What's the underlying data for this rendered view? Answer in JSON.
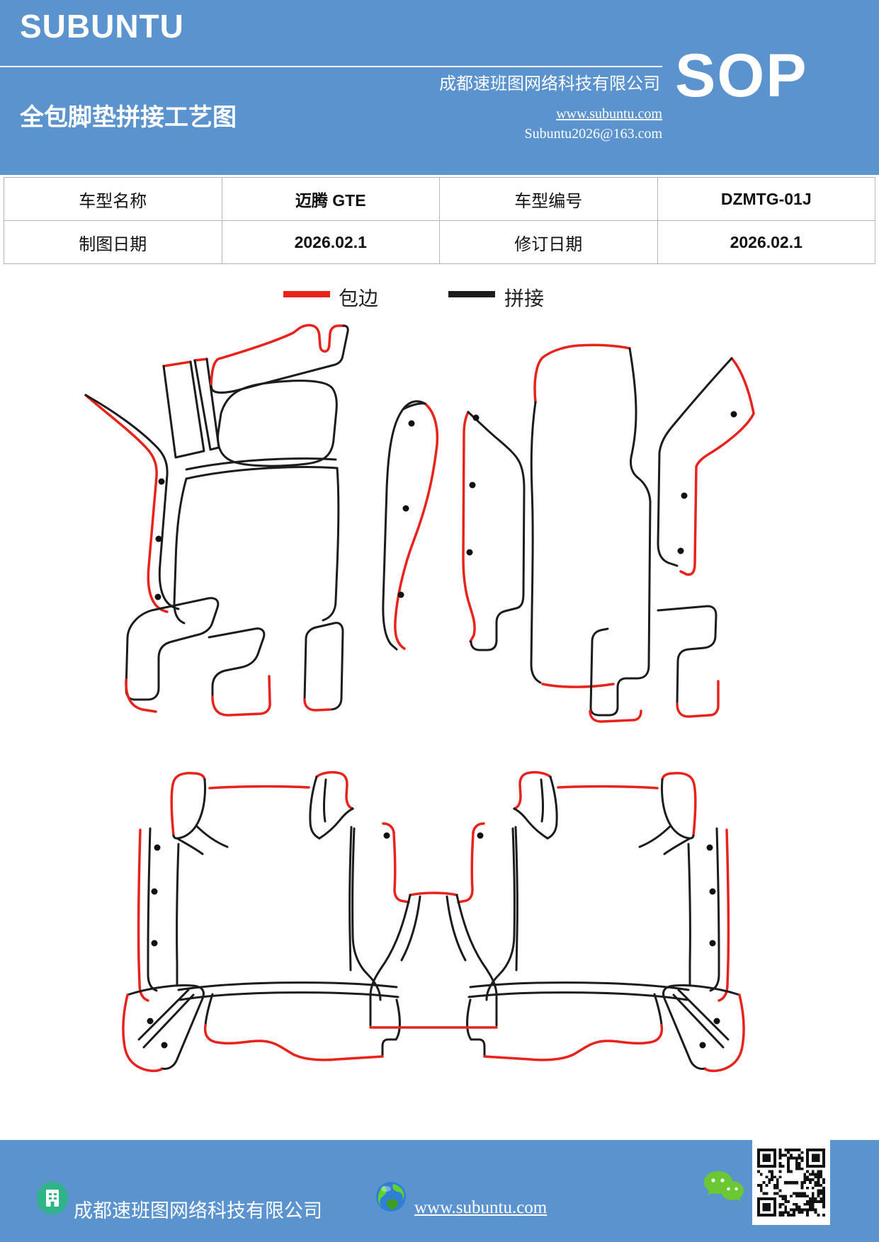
{
  "colors": {
    "accent_blue": "#5b93cf",
    "edge_red": "#e8231c",
    "splice_black": "#1c1c1c",
    "table_border": "#b5b5b5"
  },
  "header": {
    "brand": "SUBUNTU",
    "title": "全包脚垫拼接工艺图",
    "company": "成都速班图网络科技有限公司",
    "badge": "SOP",
    "website": "www.subuntu.com",
    "email": "Subuntu2026@163.com"
  },
  "info_table": {
    "cells": [
      [
        "车型名称",
        "迈腾 GTE",
        "车型编号",
        "DZMTG-01J"
      ],
      [
        "制图日期",
        "2026.02.1",
        "修订日期",
        "2026.02.1"
      ]
    ]
  },
  "legend": {
    "items": [
      {
        "name": "edge-binding",
        "label": "包边",
        "color": "#e8231c"
      },
      {
        "name": "splice",
        "label": "拼接",
        "color": "#1c1c1c"
      }
    ]
  },
  "diagrams": {
    "front": {
      "name": "front-floor-mats-pattern"
    },
    "rear": {
      "name": "rear-floor-mats-pattern"
    }
  },
  "footer": {
    "company": "成都速班图网络科技有限公司",
    "website": "www.subuntu.com",
    "icons": [
      "building-icon",
      "globe-icon",
      "wechat-icon",
      "qr-code"
    ]
  }
}
